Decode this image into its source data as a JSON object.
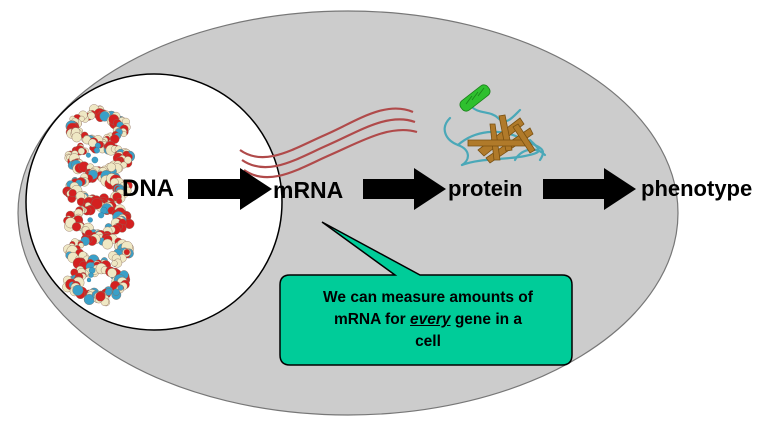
{
  "labels": {
    "dna": "DNA",
    "mrna": "mRNA",
    "protein": "protein",
    "phenotype": "phenotype"
  },
  "callout": {
    "line1": "We can measure amounts of",
    "line2_pre": "mRNA for ",
    "line2_emph": "every",
    "line2_post": " gene in a",
    "line3": "cell"
  },
  "colors": {
    "cell": "#cccccc",
    "nucleus": "#ffffff",
    "arrow": "#000000",
    "mrna_strand": "#b04a4a",
    "callout_fill": "#00cc99",
    "dna_atom_red": "#d42020",
    "dna_atom_cream": "#efe8c4",
    "dna_atom_blue": "#3aa0c8",
    "protein_teal": "#4aa8b8",
    "protein_brown": "#b07a2a",
    "protein_green": "#2ec02e"
  },
  "icons": {
    "dna": "dna-double-helix-icon",
    "protein": "protein-ribbon-icon",
    "mrna": "mrna-strands-icon"
  }
}
